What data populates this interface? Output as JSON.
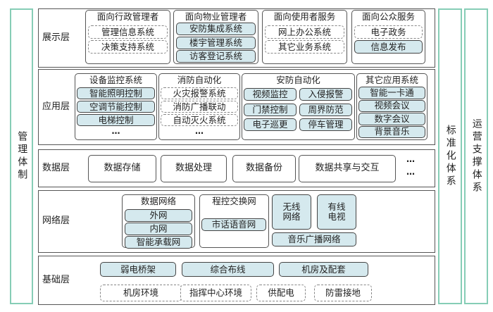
{
  "sides": {
    "left": "管理体制",
    "right1": "标准化体系",
    "right2": "运营支撑体系"
  },
  "layers": {
    "display": "展示层",
    "app": "应用层",
    "data": "数据层",
    "network": "网络层",
    "base": "基础层"
  },
  "display": [
    {
      "title": "面向行政管理者",
      "items": [
        "管理信息系统",
        "决策支持系统"
      ]
    },
    {
      "title": "面向物业管理者",
      "items": [
        "安防集成系统",
        "楼宇管理系统",
        "访客登记系统"
      ]
    },
    {
      "title": "面向使用者服务",
      "items": [
        "网上办公系统",
        "其它业务系统"
      ]
    },
    {
      "title": "面向公众服务",
      "items": [
        "电子政务",
        "信息发布"
      ]
    }
  ],
  "app": [
    {
      "title": "设备监控系统",
      "items": [
        "智能照明控制",
        "空调节能控制",
        "电梯控制"
      ],
      "more": "…"
    },
    {
      "title": "消防自动化",
      "items": [
        "火灾报警系统",
        "消防广播联动",
        "自动灭火系统"
      ],
      "more": "…"
    },
    {
      "title": "安防自动化",
      "items": [
        "视频监控",
        "入侵报警",
        "门禁控制",
        "周界防范",
        "电子巡更",
        "停车管理"
      ]
    },
    {
      "title": "其它应用系统",
      "items": [
        "智能一卡通",
        "视频会议",
        "数字会议",
        "背景音乐"
      ]
    }
  ],
  "data": {
    "items": [
      "数据存储",
      "数据处理",
      "数据备份",
      "数据共享与交互"
    ],
    "more": "…"
  },
  "network": {
    "data_net": {
      "title": "数据网络",
      "items": [
        "外网",
        "内网",
        "智能承载网"
      ]
    },
    "pbx": {
      "title": "程控交换网",
      "items": [
        "市话语音网"
      ]
    },
    "wireless": "无线\n网络",
    "cable": "有线\n电视",
    "music": "音乐广播网络"
  },
  "base": {
    "filled": [
      "弱电桥架",
      "综合布线",
      "机房及配套"
    ],
    "dashed": [
      "机房环境",
      "指挥中心环境",
      "供配电",
      "防雷接地"
    ]
  }
}
